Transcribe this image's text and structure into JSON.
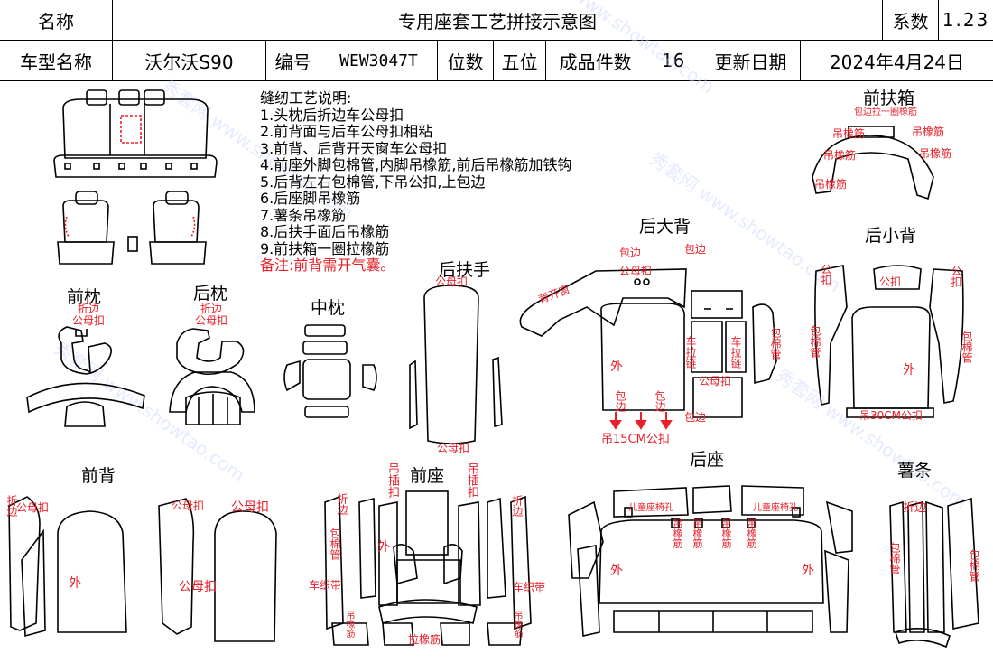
{
  "header": {
    "name_label": "名称",
    "title": "专用座套工艺拼接示意图",
    "coef_label": "系数",
    "coef_value": "1.23",
    "model_label": "车型名称",
    "model_value": "沃尔沃S90",
    "code_label": "编号",
    "code_value": "WEW3047T",
    "seat_label": "位数",
    "seat_value": "五位",
    "pieces_label": "成品件数",
    "pieces_value": "16",
    "date_label": "更新日期",
    "date_value": "2024年4月24日"
  },
  "notes": {
    "title": "缝纫工艺说明:",
    "items": [
      "1.头枕后折边车公母扣",
      "2.前背面与后车公母扣相粘",
      "3.前背、后背开天窗车公母扣",
      "4.前座外脚包棉管,内脚吊橡筋,前后吊橡筋加铁钩",
      "5.后背左右包棉管,下吊公扣,上包边",
      "6.后座脚吊橡筋",
      "7.薯条吊橡筋",
      "8.后扶手面后吊橡筋",
      "9.前扶箱一圈拉橡筋"
    ],
    "remark": "备注:前背需开气囊。"
  },
  "sections": {
    "front_pillow": "前枕",
    "rear_pillow": "后枕",
    "mid_pillow": "中枕",
    "rear_armrest": "后扶手",
    "rear_big_back": "后大背",
    "front_armbox": "前扶箱",
    "rear_small_back": "后小背",
    "front_back": "前背",
    "front_seat": "前座",
    "rear_seat": "后座",
    "fries": "薯条"
  },
  "annotations": {
    "fold": "折边",
    "male_female": "公母扣",
    "male": "公扣",
    "outer": "外",
    "hang_rubber": "吊橡筋",
    "wrap_edge": "包边",
    "wrap_tube": "包棉管",
    "zip": "车拉链",
    "car_strap": "车织带",
    "pull_rubber": "拉橡筋",
    "armbox_edge": "包边拉一圈橡筋",
    "hang15": "吊15CM公扣",
    "hang30": "吊30CM公扣",
    "child_seat": "儿童座椅孔",
    "hang_insert": "吊插扣",
    "back_open": "背开窗"
  },
  "watermark": "秀套网 www.showtao.com"
}
